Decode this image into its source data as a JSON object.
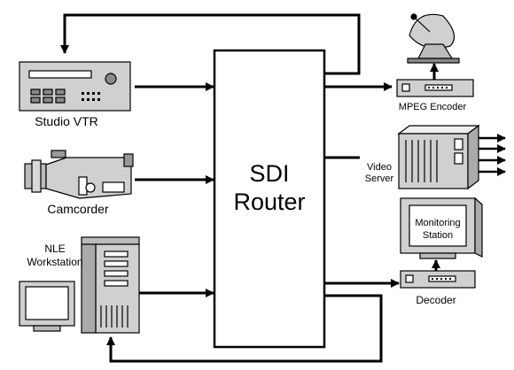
{
  "router": {
    "line1": "SDI",
    "line2": "Router"
  },
  "sources": {
    "studio_vtr": "Studio VTR",
    "camcorder": "Camcorder",
    "nle_line1": "NLE",
    "nle_line2": "Workstation"
  },
  "destinations": {
    "mpeg_encoder": "MPEG Encoder",
    "video_server_line1": "Video",
    "video_server_line2": "Server",
    "monitoring_line1": "Monitoring",
    "monitoring_line2": "Station",
    "decoder": "Decoder"
  }
}
